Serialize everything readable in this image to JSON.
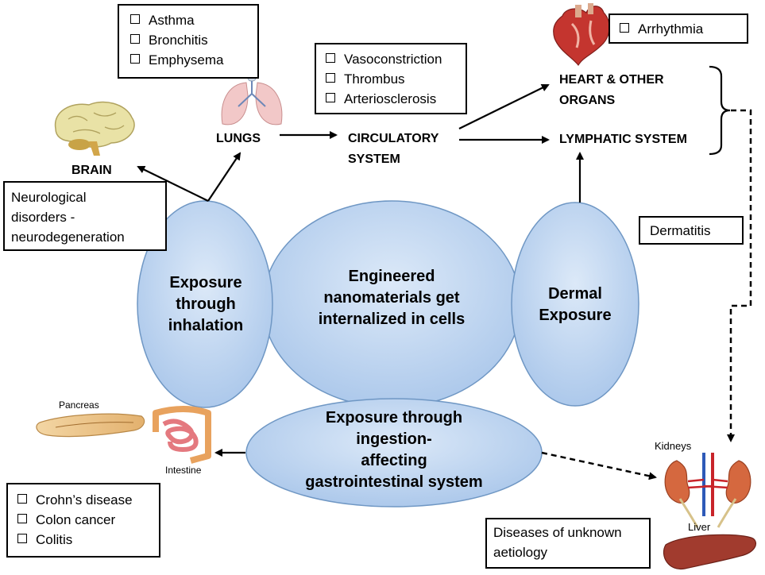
{
  "colors": {
    "ellipse_fill": "#b8d2ef",
    "ellipse_stroke": "#6f97c4",
    "box_stroke": "#000000"
  },
  "lists": {
    "lungs": [
      "Asthma",
      "Bronchitis",
      "Emphysema"
    ],
    "circulatory": [
      "Vasoconstriction",
      "Thrombus",
      "Arteriosclerosis"
    ],
    "heart": [
      "Arrhythmia"
    ],
    "gi": [
      "Crohn’s disease",
      "Colon cancer",
      "Colitis"
    ]
  },
  "nodes": {
    "brain": "BRAIN",
    "lungs": "LUNGS",
    "circulatory_1": "CIRCULATORY",
    "circulatory_2": "SYSTEM",
    "heart_1": "HEART & OTHER",
    "heart_2": "ORGANS",
    "lymphatic": "LYMPHATIC SYSTEM"
  },
  "boxes": {
    "neuro_1": "Neurological",
    "neuro_2": "disorders -",
    "neuro_3": "neurodegeneration",
    "dermatitis": "Dermatitis",
    "unknown_1": "Diseases of unknown",
    "unknown_2": "aetiology"
  },
  "ellipses": {
    "inhalation_1": "Exposure",
    "inhalation_2": "through",
    "inhalation_3": "inhalation",
    "center_1": "Engineered",
    "center_2": "nanomaterials get",
    "center_3": "internalized in cells",
    "dermal_1": "Dermal",
    "dermal_2": "Exposure",
    "ingestion_1": "Exposure through",
    "ingestion_2": "ingestion-",
    "ingestion_3": "affecting",
    "ingestion_4": "gastrointestinal system"
  },
  "organ_captions": {
    "pancreas": "Pancreas",
    "intestine": "Intestine",
    "kidneys": "Kidneys",
    "liver": "Liver"
  },
  "icons": [
    "brain-icon",
    "lungs-icon",
    "heart-icon",
    "pancreas-icon",
    "intestine-icon",
    "kidneys-icon",
    "liver-icon"
  ]
}
